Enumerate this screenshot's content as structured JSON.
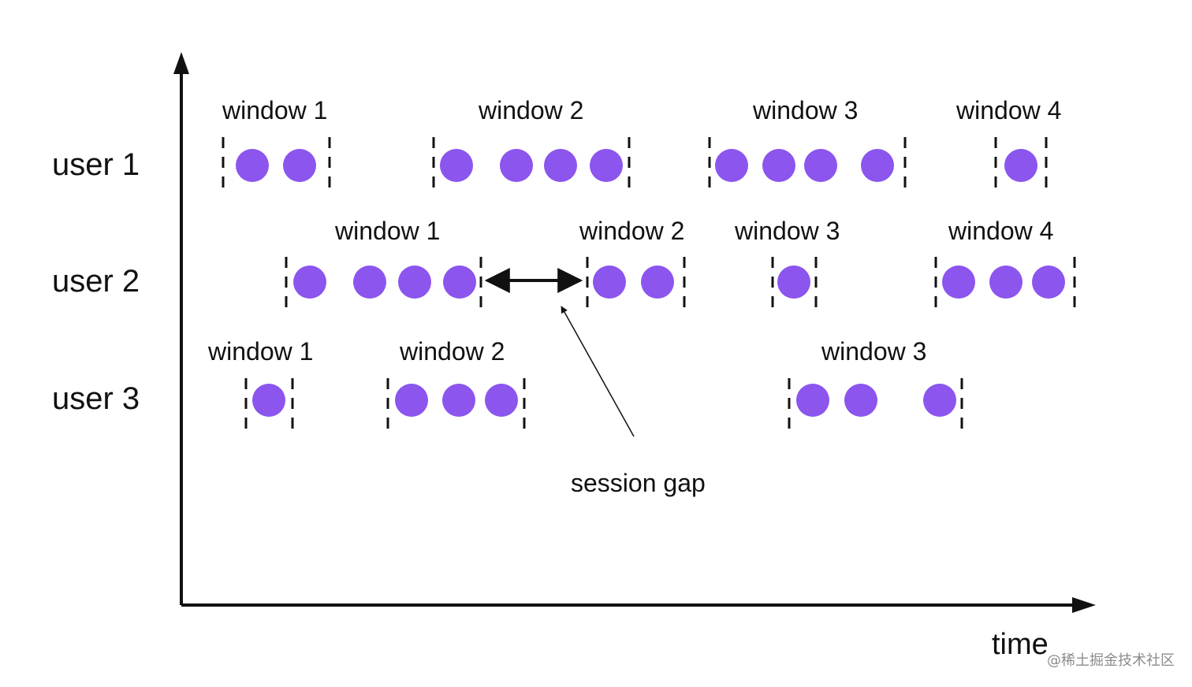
{
  "title": "",
  "axis": {
    "x_label": "time"
  },
  "colors": {
    "event": "#8b55ee",
    "line": "#111111",
    "watermark": "#8c8c8c"
  },
  "annotations": {
    "session_gap": "session gap"
  },
  "watermark": "@稀土掘金技术社区",
  "rows": [
    {
      "label": "user 1",
      "windows": [
        {
          "label": "window 1",
          "events": 2
        },
        {
          "label": "window 2",
          "events": 4
        },
        {
          "label": "window 3",
          "events": 4
        },
        {
          "label": "window 4",
          "events": 1
        }
      ]
    },
    {
      "label": "user 2",
      "windows": [
        {
          "label": "window 1",
          "events": 4
        },
        {
          "label": "window 2",
          "events": 2
        },
        {
          "label": "window 3",
          "events": 1
        },
        {
          "label": "window 4",
          "events": 3
        }
      ]
    },
    {
      "label": "user 3",
      "windows": [
        {
          "label": "window 1",
          "events": 1
        },
        {
          "label": "window 2",
          "events": 3
        },
        {
          "label": "window 3",
          "events": 3
        }
      ]
    }
  ]
}
